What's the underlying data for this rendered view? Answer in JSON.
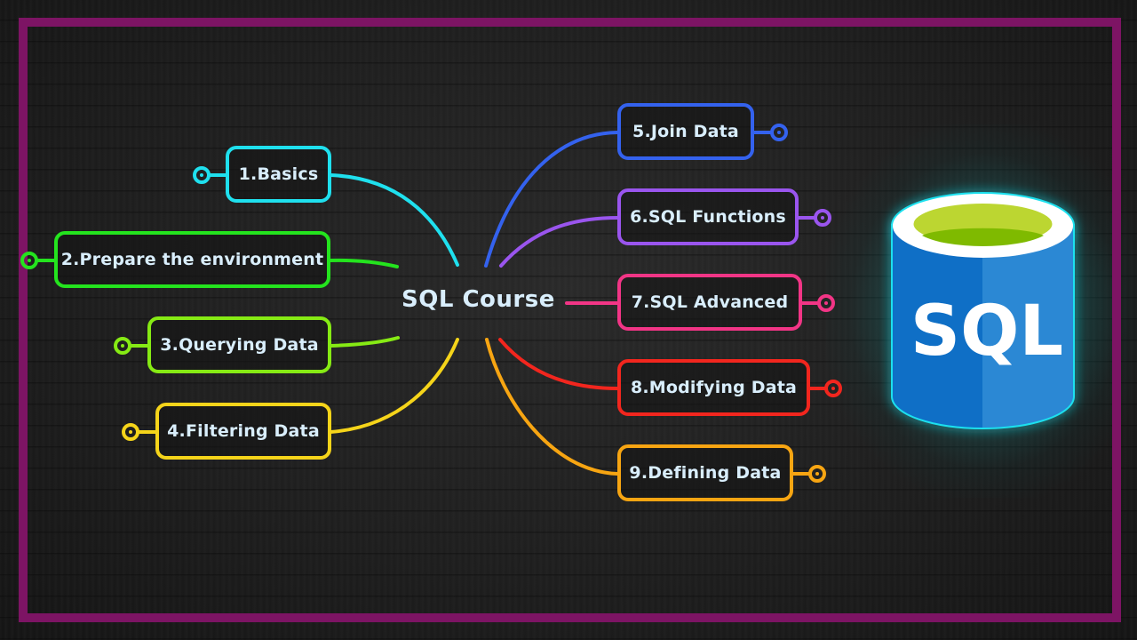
{
  "mindmap": {
    "center": {
      "label": "SQL Course"
    },
    "nodes": [
      {
        "id": 1,
        "label": "1.Basics",
        "color": "#1fe0ee",
        "side": "left"
      },
      {
        "id": 2,
        "label": "2.Prepare the environment",
        "color": "#24e41e",
        "side": "left"
      },
      {
        "id": 3,
        "label": "3.Querying Data",
        "color": "#86ea14",
        "side": "left"
      },
      {
        "id": 4,
        "label": "4.Filtering Data",
        "color": "#f5d41a",
        "side": "left"
      },
      {
        "id": 5,
        "label": "5.Join Data",
        "color": "#3462ee",
        "side": "right"
      },
      {
        "id": 6,
        "label": "6.SQL Functions",
        "color": "#9a55ee",
        "side": "right"
      },
      {
        "id": 7,
        "label": "7.SQL Advanced",
        "color": "#f23586",
        "side": "right"
      },
      {
        "id": 8,
        "label": "8.Modifying Data",
        "color": "#f2261e",
        "side": "right"
      },
      {
        "id": 9,
        "label": "9.Defining Data",
        "color": "#f7a512",
        "side": "right"
      }
    ]
  },
  "logo": {
    "text": "SQL",
    "icon": "database-cylinder-icon",
    "colors": {
      "body_left": "#0f6fc6",
      "body_right": "#2b88d4",
      "rim": "#ffffff",
      "top_inner": "#bcd631",
      "top_fill": "#7fba00",
      "glow": "#1fe0ee"
    }
  },
  "frame": {
    "color": "#7d1464"
  }
}
